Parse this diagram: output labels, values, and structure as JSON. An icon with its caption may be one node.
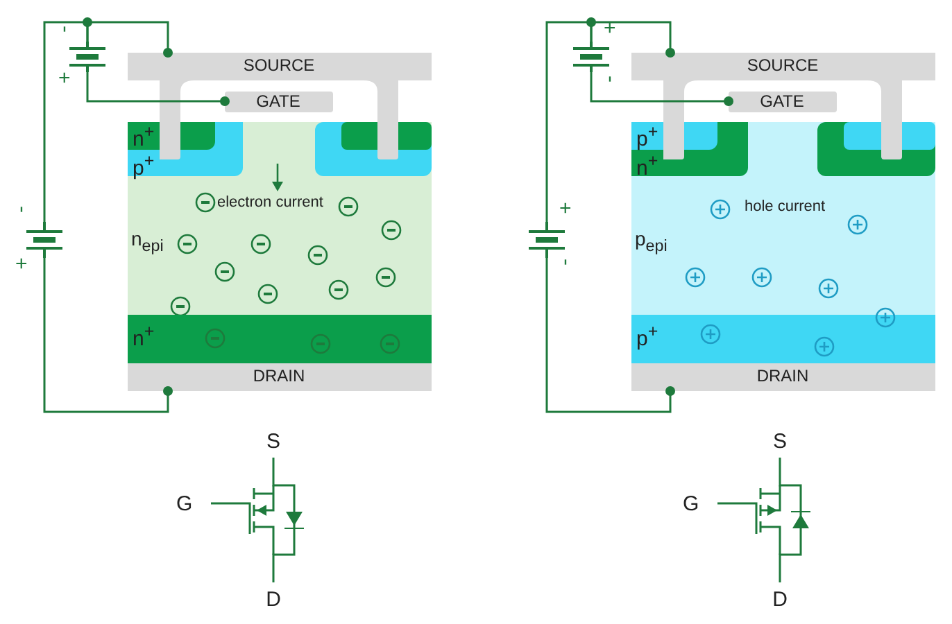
{
  "diagram": {
    "nodes": [
      {
        "text": [],
        "shape": "box"
      },
      {
        "text": [
          "SOURCE"
        ],
        "in": 0
      },
      {
        "text": [
          "GATE"
        ],
        "in": 0
      },
      {
        "text": [
          "n$^{+}$"
        ],
        "in": 4
      },
      {
        "text": [
          "p$^{+}$"
        ],
        "in": 5
      },
      {
        "text": [
          "n$_{epi}$",
          "electron current"
        ],
        "in": 0
      },
      {
        "text": [
          "n$^{+}$"
        ],
        "in": 0
      },
      {
        "text": [
          "DRAIN"
        ],
        "in": 0
      },
      {
        "text": [],
        "shape": "battery",
        "beside": [
          "-",
          "+"
        ]
      },
      {
        "text": [],
        "shape": "battery",
        "beside": [
          "-",
          "+"
        ]
      },
      {
        "text": [],
        "shape": "box"
      },
      {
        "text": [
          "SOURCE"
        ],
        "in": 10
      },
      {
        "text": [
          "GATE"
        ],
        "in": 10
      },
      {
        "text": [
          "p$^{+}$"
        ],
        "in": 14
      },
      {
        "text": [
          "n$^{+}$"
        ],
        "in": 15
      },
      {
        "text": [
          "p$_{epi}$",
          "hole current"
        ],
        "in": 10
      },
      {
        "text": [
          "p$^{+}$"
        ],
        "in": 10
      },
      {
        "text": [
          "DRAIN"
        ],
        "in": 10
      },
      {
        "text": [],
        "shape": "battery",
        "beside": [
          "+",
          "-"
        ]
      },
      {
        "text": [],
        "shape": "battery",
        "beside": [
          "+",
          "-"
        ]
      }
    ],
    "edges": [
      {
        "from": 8,
        "to": 1,
        "arrow": "other"
      },
      {
        "from": 8,
        "to": 9,
        "arrow": "none"
      },
      {
        "from": 8,
        "to": 2,
        "arrow": "other"
      },
      {
        "from": 9,
        "to": 7,
        "arrow": "other"
      },
      {
        "from": 18,
        "to": 11,
        "arrow": "other"
      },
      {
        "from": 18,
        "to": 19,
        "arrow": "none"
      },
      {
        "from": 18,
        "to": 12,
        "arrow": "other"
      },
      {
        "from": 19,
        "to": 17,
        "arrow": "other"
      }
    ],
    "labels": [
      "S",
      "G",
      "D",
      "S",
      "G",
      "D"
    ]
  }
}
